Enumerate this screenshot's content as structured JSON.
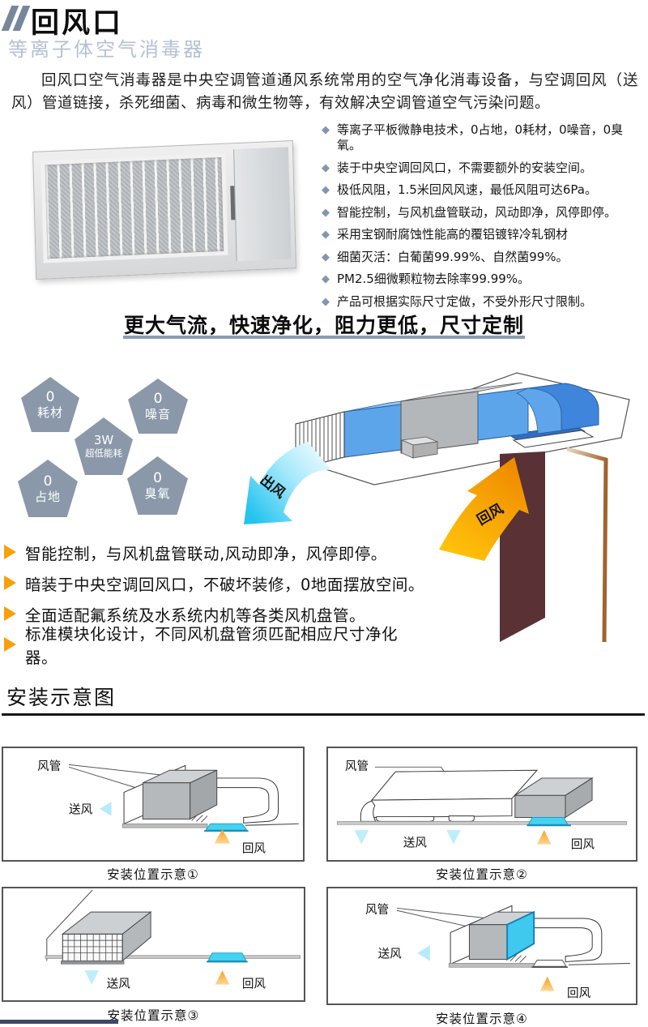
{
  "page": {
    "title": "回风口",
    "subtitle": "等离子体空气消毒器",
    "intro": "回风口空气消毒器是中央空调管道通风系统常用的空气净化消毒设备，与空调回风（送风）管道链接，杀死细菌、病毒和微生物等，有效解决空调管道空气污染问题。"
  },
  "features": {
    "items": [
      "等离子平板微静电技术，0占地，0耗材，0噪音，0臭氧。",
      "装于中央空调回风口，不需要额外的安装空间。",
      "极低风阻，1.5米回风风速，最低风阻可达6Pa。",
      "智能控制，与风机盘管联动，风动即净，风停即停。",
      "采用宝钢耐腐蚀性能高的覆铝镀锌冷轧钢材",
      "细菌灭活：白葡菌99.99%、自然菌99%。",
      "PM2.5细微颗粒物去除率99.99%。",
      "产品可根据实际尺寸定做，不受外形尺寸限制。"
    ]
  },
  "banner": {
    "text": "更大气流，快速净化，阻力更低，尺寸定制"
  },
  "badges": [
    {
      "value": "0",
      "label": "耗材"
    },
    {
      "value": "0",
      "label": "噪音"
    },
    {
      "value": "3W",
      "label": "超低能耗"
    },
    {
      "value": "0",
      "label": "占地"
    },
    {
      "value": "0",
      "label": "臭氧"
    }
  ],
  "illustration": {
    "air_out": "出风",
    "air_return": "回风"
  },
  "highlights": [
    "智能控制，与风机盘管联动,风动即净，风停即停。",
    "暗装于中央空调回风口，不破坏装修，0地面摆放空间。",
    "全面适配氟系统及水系统内机等各类风机盘管。",
    "标准模块化设计，不同风机盘管须匹配相应尺寸净化器。"
  ],
  "install": {
    "heading": "安装示意图",
    "diagrams": [
      {
        "caption": "安装位置示意①",
        "labels": {
          "duct": "风管",
          "supply": "送风",
          "return": "回风"
        }
      },
      {
        "caption": "安装位置示意②",
        "labels": {
          "duct": "风管",
          "supply": "送风",
          "return": "回风"
        }
      },
      {
        "caption": "安装位置示意③",
        "labels": {
          "supply": "送风",
          "return": "回风"
        }
      },
      {
        "caption": "安装位置示意④",
        "labels": {
          "duct": "风管",
          "supply": "送风",
          "return": "回风"
        }
      }
    ]
  },
  "colors": {
    "accent_gray_blue": "#8296ad",
    "subtitle_gray": "#b4c1d3",
    "pentagon": "#8a98a9",
    "orange": "#f9a008",
    "cyan": "#3cc9f0",
    "duct_blue": "#5ca5ea",
    "wall_maroon": "#5a3134"
  }
}
